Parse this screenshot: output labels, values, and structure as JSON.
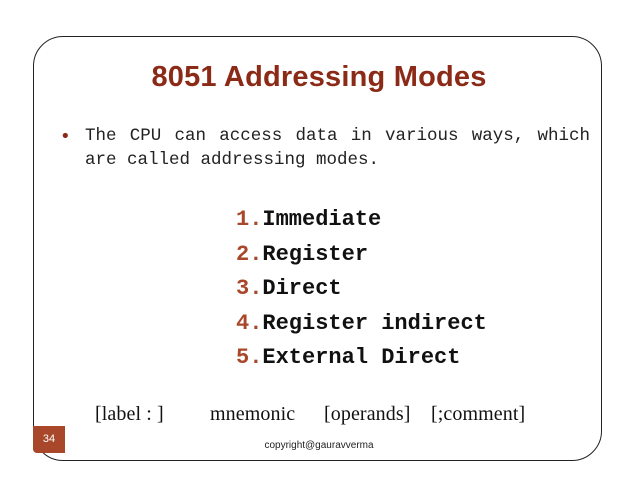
{
  "slide": {
    "title": "8051 Addressing Modes",
    "bullet_symbol": "•",
    "bullet_text": "The CPU can access data in various ways, which are called addressing modes.",
    "modes": [
      {
        "number": "1.",
        "label": "Immediate"
      },
      {
        "number": "2.",
        "label": "Register"
      },
      {
        "number": "3.",
        "label": "Direct"
      },
      {
        "number": "4.",
        "label": "Register indirect"
      },
      {
        "number": "5.",
        "label": "External Direct"
      }
    ],
    "syntax": {
      "label": "[label : ]",
      "mnemonic": "mnemonic",
      "operands": "[operands]",
      "comment": "[;comment]"
    },
    "slide_number": "34",
    "copyright": "copyright@gauravverma"
  },
  "colors": {
    "accent": "#a8472a",
    "title": "#8b2a16",
    "text": "#222222"
  }
}
